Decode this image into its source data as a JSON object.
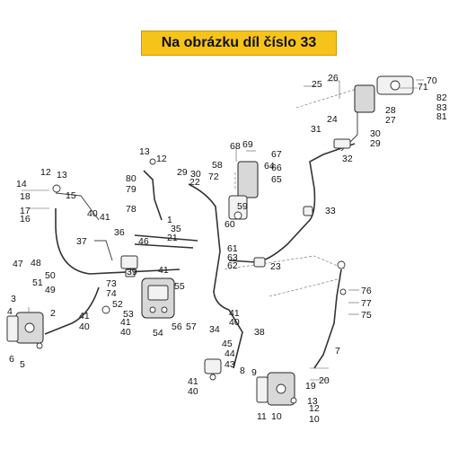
{
  "banner": {
    "text": "Na obrázku díl číslo 33"
  },
  "colors": {
    "banner_bg": "#f6c31a",
    "line": "#333333"
  },
  "callouts": [
    {
      "id": "c1",
      "text": "1"
    },
    {
      "id": "c2",
      "text": "2"
    },
    {
      "id": "c3",
      "text": "3"
    },
    {
      "id": "c4",
      "text": "4"
    },
    {
      "id": "c5",
      "text": "5"
    },
    {
      "id": "c6",
      "text": "6"
    },
    {
      "id": "c7",
      "text": "7"
    },
    {
      "id": "c8",
      "text": "8"
    },
    {
      "id": "c9",
      "text": "9"
    },
    {
      "id": "c10a",
      "text": "10"
    },
    {
      "id": "c10b",
      "text": "10"
    },
    {
      "id": "c11",
      "text": "11"
    },
    {
      "id": "c12a",
      "text": "12"
    },
    {
      "id": "c12b",
      "text": "12"
    },
    {
      "id": "c12c",
      "text": "12"
    },
    {
      "id": "c13a",
      "text": "13"
    },
    {
      "id": "c13b",
      "text": "13"
    },
    {
      "id": "c13c",
      "text": "13"
    },
    {
      "id": "c14",
      "text": "14"
    },
    {
      "id": "c15",
      "text": "15"
    },
    {
      "id": "c16",
      "text": "16"
    },
    {
      "id": "c17",
      "text": "17"
    },
    {
      "id": "c18",
      "text": "18"
    },
    {
      "id": "c19",
      "text": "19"
    },
    {
      "id": "c20",
      "text": "20"
    },
    {
      "id": "c21",
      "text": "21"
    },
    {
      "id": "c22",
      "text": "22"
    },
    {
      "id": "c23",
      "text": "23"
    },
    {
      "id": "c24",
      "text": "24"
    },
    {
      "id": "c25",
      "text": "25"
    },
    {
      "id": "c26",
      "text": "26"
    },
    {
      "id": "c27",
      "text": "27"
    },
    {
      "id": "c28",
      "text": "28"
    },
    {
      "id": "c29a",
      "text": "29"
    },
    {
      "id": "c29b",
      "text": "29"
    },
    {
      "id": "c30a",
      "text": "30"
    },
    {
      "id": "c30b",
      "text": "30"
    },
    {
      "id": "c31",
      "text": "31"
    },
    {
      "id": "c32",
      "text": "32"
    },
    {
      "id": "c33",
      "text": "33"
    },
    {
      "id": "c34",
      "text": "34"
    },
    {
      "id": "c35",
      "text": "35"
    },
    {
      "id": "c36",
      "text": "36"
    },
    {
      "id": "c37",
      "text": "37"
    },
    {
      "id": "c38",
      "text": "38"
    },
    {
      "id": "c39",
      "text": "39"
    },
    {
      "id": "c40a",
      "text": "40"
    },
    {
      "id": "c40b",
      "text": "40"
    },
    {
      "id": "c40c",
      "text": "40"
    },
    {
      "id": "c40d",
      "text": "40"
    },
    {
      "id": "c40e",
      "text": "40"
    },
    {
      "id": "c41a",
      "text": "41"
    },
    {
      "id": "c41b",
      "text": "41"
    },
    {
      "id": "c41c",
      "text": "41"
    },
    {
      "id": "c41d",
      "text": "41"
    },
    {
      "id": "c41e",
      "text": "41"
    },
    {
      "id": "c41f",
      "text": "41"
    },
    {
      "id": "c43",
      "text": "43"
    },
    {
      "id": "c44",
      "text": "44"
    },
    {
      "id": "c45",
      "text": "45"
    },
    {
      "id": "c46",
      "text": "46"
    },
    {
      "id": "c47",
      "text": "47"
    },
    {
      "id": "c48",
      "text": "48"
    },
    {
      "id": "c49",
      "text": "49"
    },
    {
      "id": "c50",
      "text": "50"
    },
    {
      "id": "c51",
      "text": "51"
    },
    {
      "id": "c52",
      "text": "52"
    },
    {
      "id": "c53",
      "text": "53"
    },
    {
      "id": "c54",
      "text": "54"
    },
    {
      "id": "c55",
      "text": "55"
    },
    {
      "id": "c56",
      "text": "56"
    },
    {
      "id": "c57",
      "text": "57"
    },
    {
      "id": "c58",
      "text": "58"
    },
    {
      "id": "c59",
      "text": "59"
    },
    {
      "id": "c60",
      "text": "60"
    },
    {
      "id": "c61",
      "text": "61"
    },
    {
      "id": "c62",
      "text": "62"
    },
    {
      "id": "c63",
      "text": "63"
    },
    {
      "id": "c64",
      "text": "64"
    },
    {
      "id": "c65",
      "text": "65"
    },
    {
      "id": "c66",
      "text": "66"
    },
    {
      "id": "c67",
      "text": "67"
    },
    {
      "id": "c68",
      "text": "68"
    },
    {
      "id": "c69",
      "text": "69"
    },
    {
      "id": "c70",
      "text": "70"
    },
    {
      "id": "c71",
      "text": "71"
    },
    {
      "id": "c72",
      "text": "72"
    },
    {
      "id": "c73",
      "text": "73"
    },
    {
      "id": "c74",
      "text": "74"
    },
    {
      "id": "c75",
      "text": "75"
    },
    {
      "id": "c76",
      "text": "76"
    },
    {
      "id": "c77",
      "text": "77"
    },
    {
      "id": "c78",
      "text": "78"
    },
    {
      "id": "c79",
      "text": "79"
    },
    {
      "id": "c80",
      "text": "80"
    },
    {
      "id": "c81",
      "text": "81"
    },
    {
      "id": "c82",
      "text": "82"
    },
    {
      "id": "c83",
      "text": "83"
    }
  ]
}
